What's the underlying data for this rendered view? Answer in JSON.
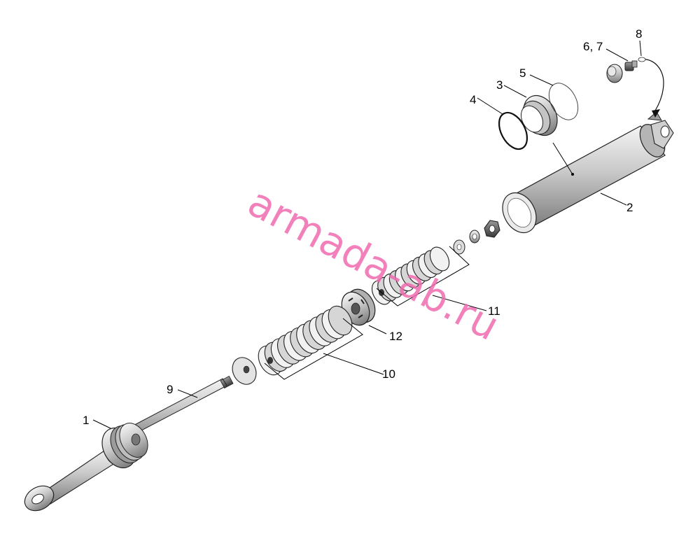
{
  "diagram": {
    "watermark": "armada-ab.ru",
    "callouts": [
      {
        "id": "c1",
        "text": "1"
      },
      {
        "id": "c2",
        "text": "2"
      },
      {
        "id": "c3",
        "text": "3"
      },
      {
        "id": "c4",
        "text": "4"
      },
      {
        "id": "c5",
        "text": "5"
      },
      {
        "id": "c67",
        "text": "6, 7"
      },
      {
        "id": "c8",
        "text": "8"
      },
      {
        "id": "c9",
        "text": "9"
      },
      {
        "id": "c10",
        "text": "10"
      },
      {
        "id": "c11",
        "text": "11"
      },
      {
        "id": "c12",
        "text": "12"
      }
    ]
  }
}
